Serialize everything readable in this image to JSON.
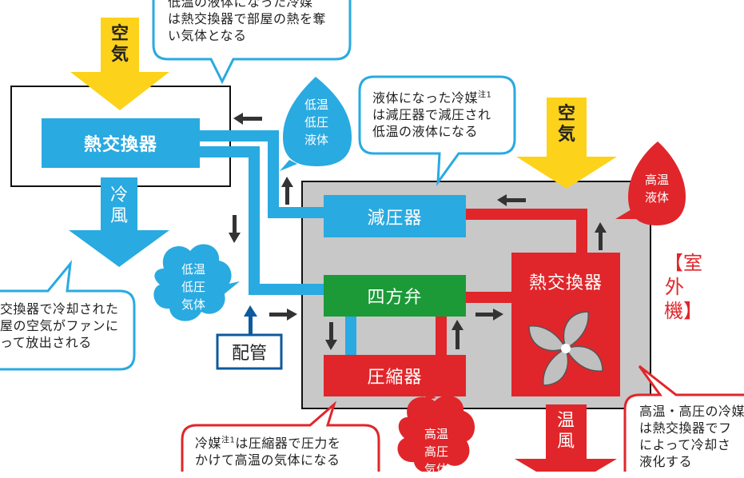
{
  "air_top_left": "空気",
  "air_right": "空気",
  "cool_air": "冷風",
  "warm_air": "温風",
  "outdoor_unit_label": "【室外機】",
  "pipe_label": "配管",
  "components": {
    "indoor_heat_exchanger": "熱交換器",
    "pressure_reducer": "減圧器",
    "four_way_valve": "四方弁",
    "compressor": "圧縮器",
    "outdoor_heat_exchanger": "熱交換器"
  },
  "state_bubbles": {
    "low_temp_low_press_liquid": "低温\n低圧\n液体",
    "low_temp_low_press_gas": "低温\n低圧\n気体",
    "high_temp_liquid": "高温\n液体",
    "high_temp_high_press_gas": "高温\n高圧\n気体"
  },
  "callouts": {
    "top_left": "低温の液体になった冷媒\nは熱交換器で部屋の熱を奪\nい気体となる",
    "center_top_before_note": "液体になった冷媒",
    "center_top_note_mark": "注1",
    "center_top_after_note": "\nは減圧器で減圧され\n低温の液体になる",
    "left_bottom": "交換器で冷却された\n屋の空気がファンに\nって放出される",
    "bottom_center_before_note": "冷媒",
    "bottom_center_note_mark": "注1",
    "bottom_center_after_note": "は圧縮器で圧力を\nかけて高温の気体になる",
    "bottom_right": "高温・高圧の冷媒\nは熱交換器でフ\nによって冷却さ\n液化する"
  },
  "colors": {
    "blue": "#29aae1",
    "red": "#e0262a",
    "green": "#1c9a38",
    "yellow": "#fdd21b",
    "gray_unit": "#c8c8c8",
    "dark_blue": "#0d5a9e"
  }
}
